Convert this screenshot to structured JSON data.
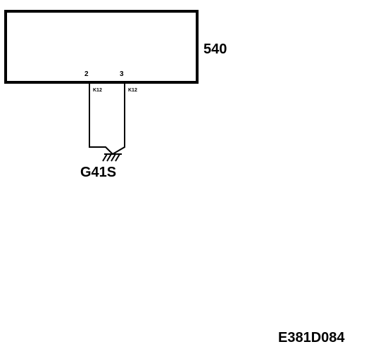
{
  "component": {
    "id": "540",
    "pins": [
      "2",
      "3"
    ]
  },
  "wires": [
    {
      "pin": "2",
      "color_code": "K12"
    },
    {
      "pin": "3",
      "color_code": "K12"
    }
  ],
  "ground": {
    "id": "G41S",
    "icon": "ground-symbol-icon"
  },
  "figure_id": "E381D084",
  "colors": {
    "line": "#000000",
    "background": "#ffffff"
  }
}
